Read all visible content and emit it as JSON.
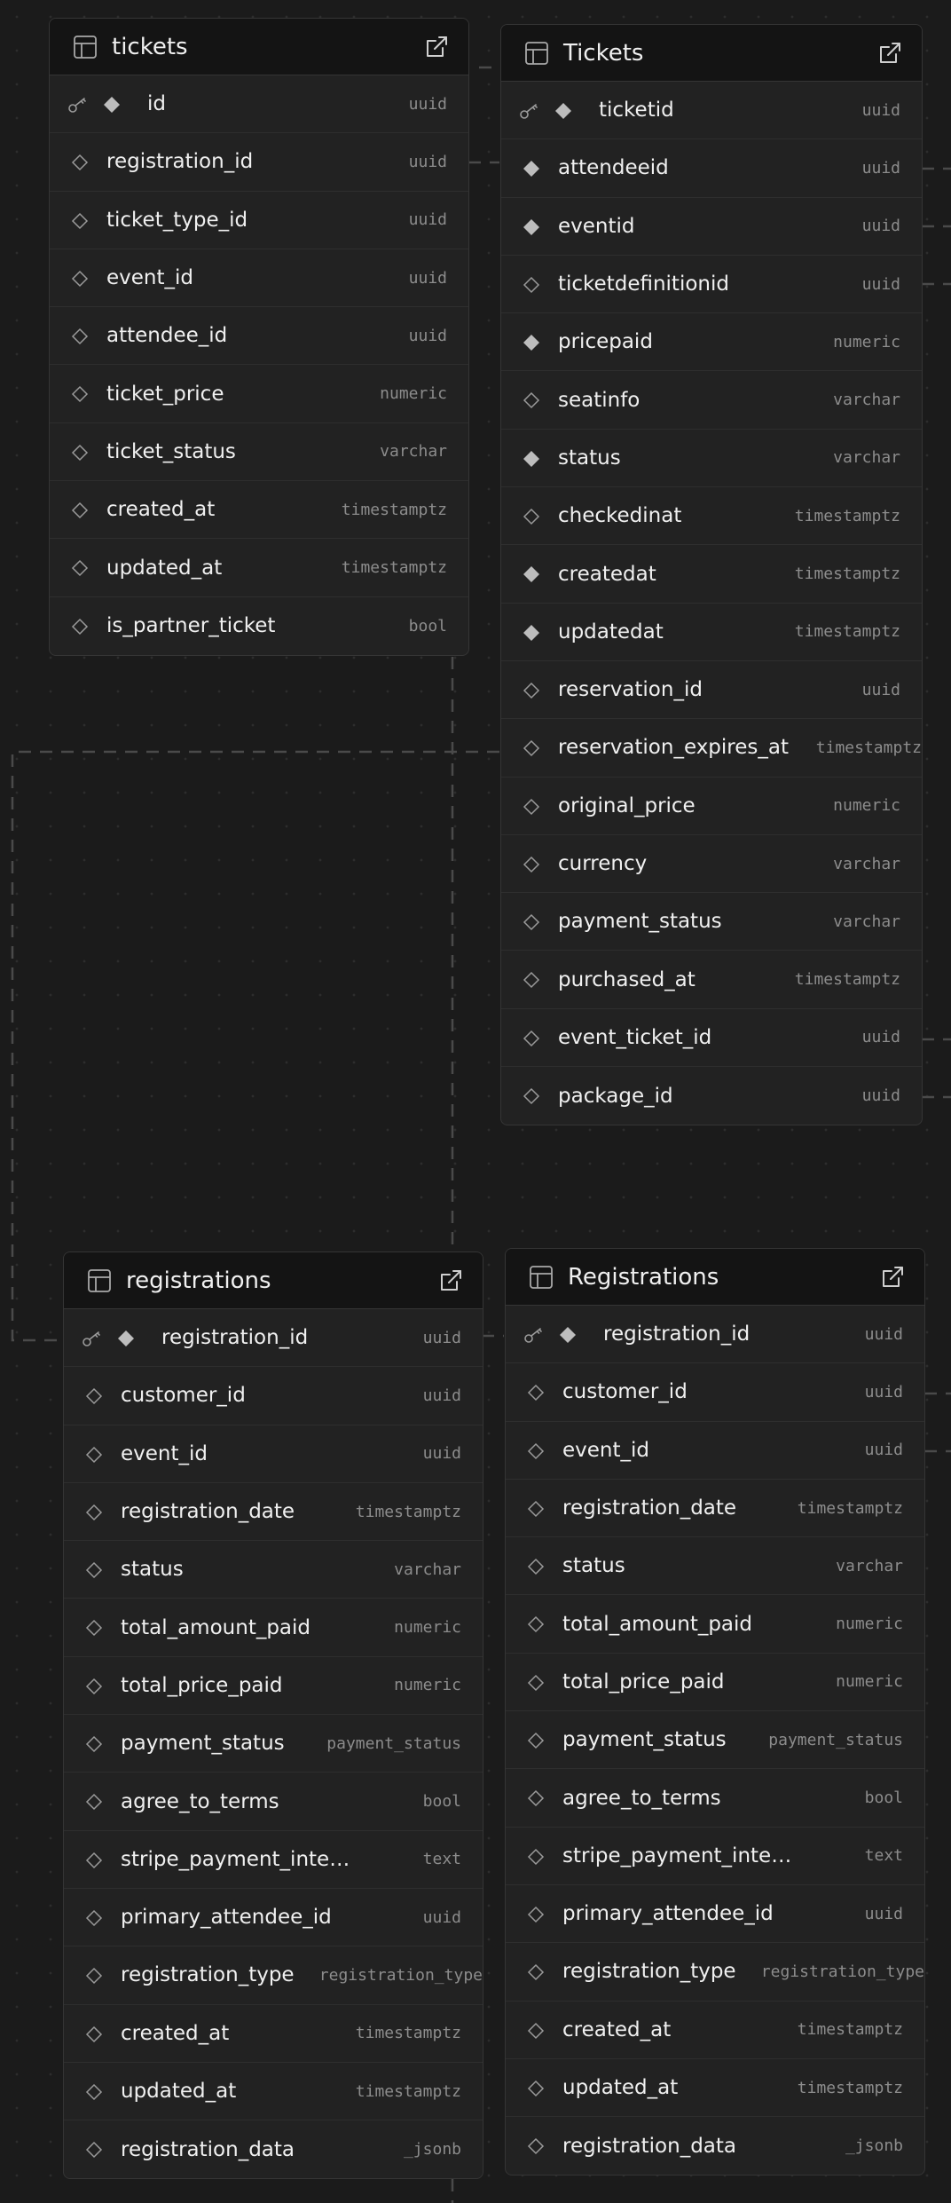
{
  "tables": [
    {
      "id": "tickets",
      "title": "tickets",
      "columns": [
        {
          "name": "id",
          "type": "uuid",
          "pk": true,
          "filled": true
        },
        {
          "name": "registration_id",
          "type": "uuid"
        },
        {
          "name": "ticket_type_id",
          "type": "uuid"
        },
        {
          "name": "event_id",
          "type": "uuid"
        },
        {
          "name": "attendee_id",
          "type": "uuid"
        },
        {
          "name": "ticket_price",
          "type": "numeric"
        },
        {
          "name": "ticket_status",
          "type": "varchar"
        },
        {
          "name": "created_at",
          "type": "timestamptz"
        },
        {
          "name": "updated_at",
          "type": "timestamptz"
        },
        {
          "name": "is_partner_ticket",
          "type": "bool"
        }
      ]
    },
    {
      "id": "Tickets",
      "title": "Tickets",
      "columns": [
        {
          "name": "ticketid",
          "type": "uuid",
          "pk": true,
          "filled": true
        },
        {
          "name": "attendeeid",
          "type": "uuid",
          "filled": true
        },
        {
          "name": "eventid",
          "type": "uuid",
          "filled": true
        },
        {
          "name": "ticketdefinitionid",
          "type": "uuid"
        },
        {
          "name": "pricepaid",
          "type": "numeric",
          "filled": true
        },
        {
          "name": "seatinfo",
          "type": "varchar"
        },
        {
          "name": "status",
          "type": "varchar",
          "filled": true
        },
        {
          "name": "checkedinat",
          "type": "timestamptz"
        },
        {
          "name": "createdat",
          "type": "timestamptz",
          "filled": true
        },
        {
          "name": "updatedat",
          "type": "timestamptz",
          "filled": true
        },
        {
          "name": "reservation_id",
          "type": "uuid"
        },
        {
          "name": "reservation_expires_at",
          "type": "timestamptz"
        },
        {
          "name": "original_price",
          "type": "numeric"
        },
        {
          "name": "currency",
          "type": "varchar"
        },
        {
          "name": "payment_status",
          "type": "varchar"
        },
        {
          "name": "purchased_at",
          "type": "timestamptz"
        },
        {
          "name": "event_ticket_id",
          "type": "uuid"
        },
        {
          "name": "package_id",
          "type": "uuid"
        }
      ]
    },
    {
      "id": "registrations",
      "title": "registrations",
      "columns": [
        {
          "name": "registration_id",
          "type": "uuid",
          "pk": true,
          "filled": true
        },
        {
          "name": "customer_id",
          "type": "uuid"
        },
        {
          "name": "event_id",
          "type": "uuid"
        },
        {
          "name": "registration_date",
          "type": "timestamptz"
        },
        {
          "name": "status",
          "type": "varchar"
        },
        {
          "name": "total_amount_paid",
          "type": "numeric"
        },
        {
          "name": "total_price_paid",
          "type": "numeric"
        },
        {
          "name": "payment_status",
          "type": "payment_status"
        },
        {
          "name": "agree_to_terms",
          "type": "bool"
        },
        {
          "name": "stripe_payment_inte…",
          "type": "text"
        },
        {
          "name": "primary_attendee_id",
          "type": "uuid"
        },
        {
          "name": "registration_type",
          "type": "registration_type"
        },
        {
          "name": "created_at",
          "type": "timestamptz"
        },
        {
          "name": "updated_at",
          "type": "timestamptz"
        },
        {
          "name": "registration_data",
          "type": "_jsonb"
        }
      ]
    },
    {
      "id": "Registrations",
      "title": "Registrations",
      "columns": [
        {
          "name": "registration_id",
          "type": "uuid",
          "pk": true,
          "filled": true
        },
        {
          "name": "customer_id",
          "type": "uuid"
        },
        {
          "name": "event_id",
          "type": "uuid"
        },
        {
          "name": "registration_date",
          "type": "timestamptz"
        },
        {
          "name": "status",
          "type": "varchar"
        },
        {
          "name": "total_amount_paid",
          "type": "numeric"
        },
        {
          "name": "total_price_paid",
          "type": "numeric"
        },
        {
          "name": "payment_status",
          "type": "payment_status"
        },
        {
          "name": "agree_to_terms",
          "type": "bool"
        },
        {
          "name": "stripe_payment_inte…",
          "type": "text"
        },
        {
          "name": "primary_attendee_id",
          "type": "uuid"
        },
        {
          "name": "registration_type",
          "type": "registration_type"
        },
        {
          "name": "created_at",
          "type": "timestamptz"
        },
        {
          "name": "updated_at",
          "type": "timestamptz"
        },
        {
          "name": "registration_data",
          "type": "_jsonb"
        }
      ]
    }
  ]
}
